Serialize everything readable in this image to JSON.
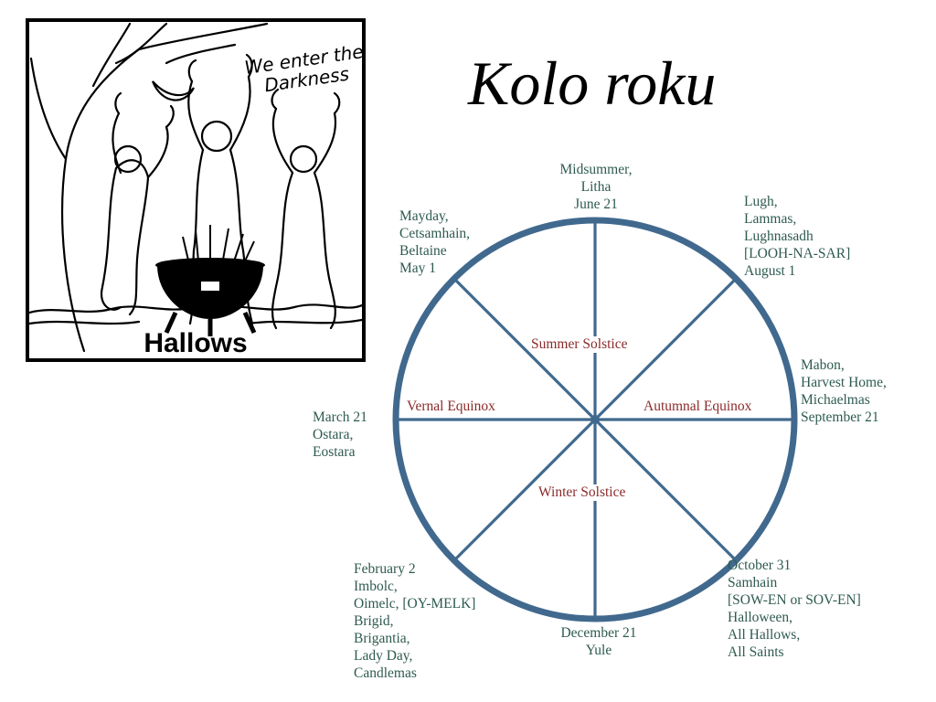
{
  "title": "Kolo roku",
  "illustration": {
    "caption_lines": [
      "We enter the",
      "Darkness"
    ],
    "label": "Hallows"
  },
  "wheel": {
    "ring_color": "#41698e",
    "spoke_color": "#41698e",
    "outer_text_color": "#2e5a50",
    "inner_text_color": "#8b2a2a",
    "inner_labels": {
      "summer": "Summer Solstice",
      "winter": "Winter Solstice",
      "vernal": "Vernal Equinox",
      "autumnal": "Autumnal Equinox"
    },
    "festivals": {
      "midsummer": [
        "Midsummer,",
        "Litha",
        "June 21"
      ],
      "lugh": [
        "Lugh,",
        "Lammas,",
        "Lughnasadh",
        "[LOOH-NA-SAR]",
        "August 1"
      ],
      "mabon": [
        "Mabon,",
        "Harvest Home,",
        "Michaelmas",
        "September 21"
      ],
      "samhain": [
        "October 31",
        "Samhain",
        "[SOW-EN or SOV-EN]",
        "Halloween,",
        "All Hallows,",
        "All Saints"
      ],
      "yule": [
        "December 21",
        "Yule"
      ],
      "imbolc": [
        "February 2",
        "Imbolc,",
        "Oimelc, [OY-MELK]",
        "Brigid,",
        "Brigantia,",
        "Lady Day,",
        "Candlemas"
      ],
      "ostara": [
        "March 21",
        "Ostara,",
        "Eostara"
      ],
      "mayday": [
        "Mayday,",
        "Cetsamhain,",
        "Beltaine",
        "May 1"
      ]
    }
  }
}
